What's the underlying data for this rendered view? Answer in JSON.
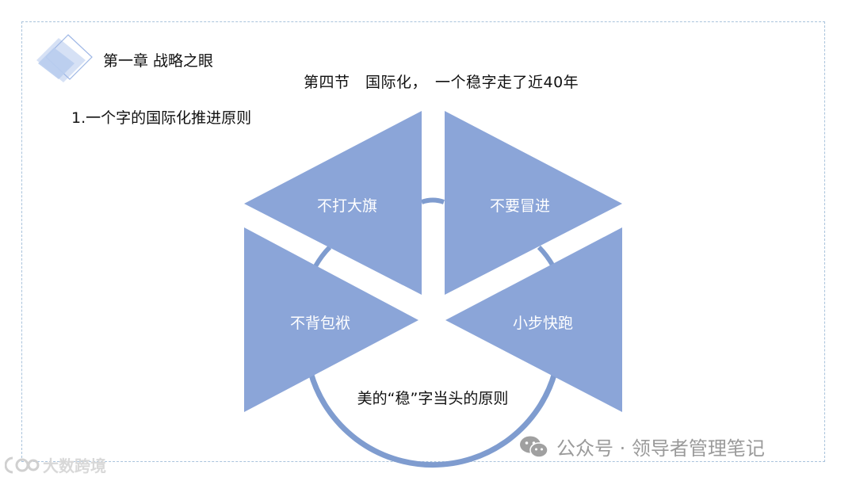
{
  "chapter": {
    "title": "第一章 战略之眼"
  },
  "section": {
    "title": "第四节　国际化，　一个稳字走了近40年"
  },
  "subtitle": "1.一个字的国际化推进原则",
  "diagram": {
    "segments": [
      "不打大旗",
      "不要冒进",
      "不背包袱",
      "小步快跑"
    ],
    "center_label": "美的“稳”字当头的原则"
  },
  "watermark": {
    "text": "公众号 · 领导者管理笔记",
    "icon": "wechat-icon"
  },
  "brand": {
    "text": "大数跨境",
    "icon": "brand-logo-icon"
  },
  "colors": {
    "triangle": "#8ba5d8",
    "arc": "#7f9ccf",
    "frame": "#a9c3dc",
    "logo": "#b9cdee"
  }
}
